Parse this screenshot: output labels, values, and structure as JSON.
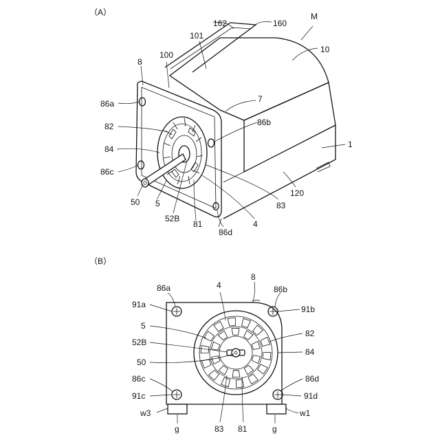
{
  "figures": [
    {
      "id": "A",
      "label": "（A）",
      "callouts": {
        "M": "M",
        "n162": "162",
        "n160": "160",
        "n101": "101",
        "n10": "10",
        "n100": "100",
        "n8": "8",
        "n86a": "86a",
        "n7": "7",
        "n86b": "86b",
        "n82": "82",
        "n84": "84",
        "n1": "1",
        "n86c": "86c",
        "n120": "120",
        "n50": "50",
        "n5": "5",
        "n83": "83",
        "n52B": "52B",
        "n81": "81",
        "n4": "4",
        "n86d": "86d"
      }
    },
    {
      "id": "B",
      "label": "（B）",
      "callouts": {
        "n8": "8",
        "n86a": "86a",
        "n4": "4",
        "n86b": "86b",
        "n91a": "91a",
        "n91b": "91b",
        "n5": "5",
        "n82": "82",
        "n52B": "52B",
        "n84": "84",
        "n50": "50",
        "n86c": "86c",
        "n86d": "86d",
        "n91c": "91c",
        "n91d": "91d",
        "w3": "w3",
        "w1": "w1",
        "g_left": "g",
        "n83": "83",
        "n81": "81",
        "g_right": "g"
      }
    }
  ]
}
